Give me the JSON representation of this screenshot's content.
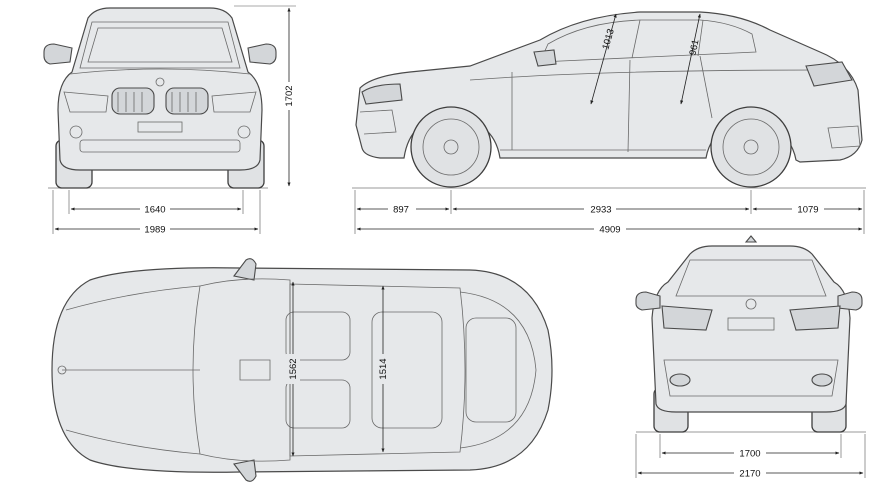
{
  "dimensions": {
    "front_track": "1640",
    "front_width": "1989",
    "overall_height": "1702",
    "front_overhang": "897",
    "wheelbase": "2933",
    "rear_overhang": "1079",
    "overall_length": "4909",
    "front_headroom": "1013",
    "rear_headroom": "961",
    "front_interior_width": "1562",
    "rear_interior_width": "1514",
    "rear_track": "1700",
    "width_with_mirrors": "2170"
  },
  "colors": {
    "body_fill": "#e6e8ea",
    "outline": "#4a4a4a",
    "dimension_line": "#222222"
  }
}
